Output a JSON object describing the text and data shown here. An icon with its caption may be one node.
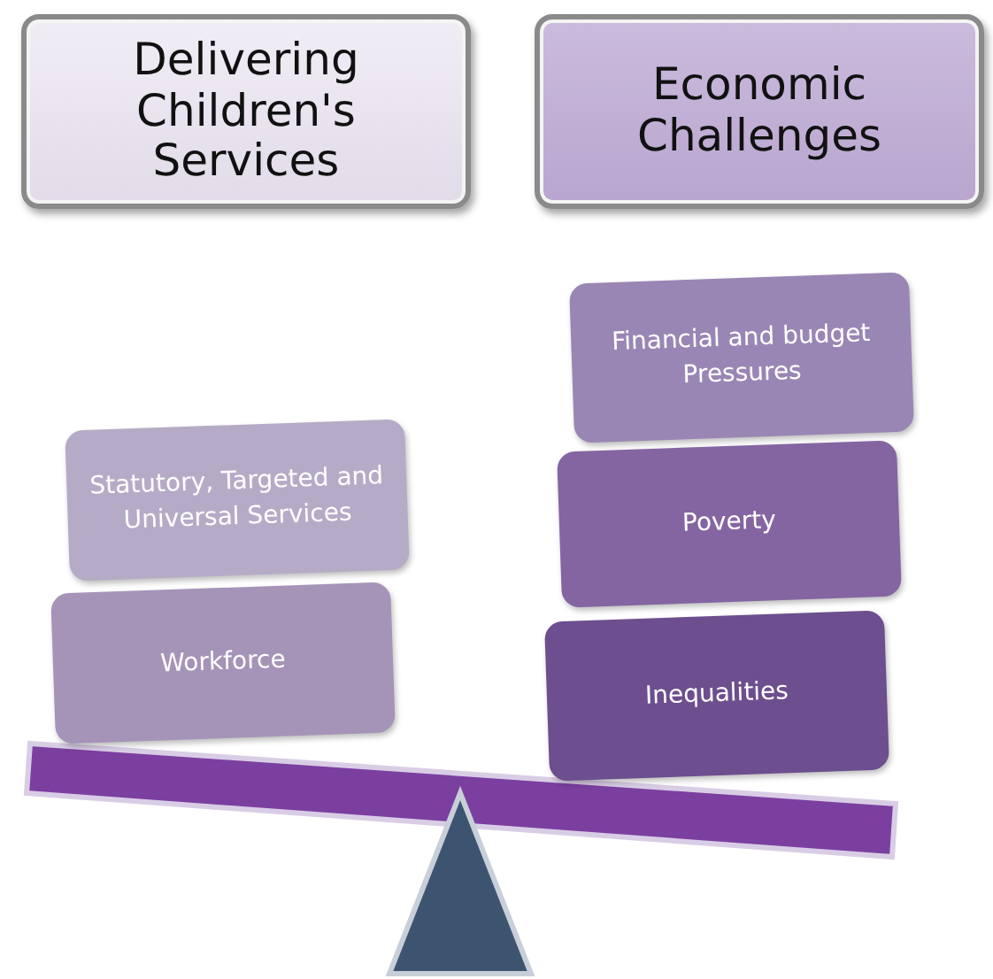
{
  "diagram": {
    "nodes": [
      {
        "text": [
          "Delivering Children's Services"
        ]
      },
      {
        "text": [
          "Economic Challenges"
        ]
      },
      {
        "text": [
          "Statutory, Targeted and Universal Services"
        ]
      },
      {
        "text": [
          "Workforce"
        ]
      },
      {
        "text": [
          "Financial and budget Pressures"
        ]
      },
      {
        "text": [
          "Poverty"
        ]
      },
      {
        "text": [
          "Inequalities"
        ]
      }
    ]
  }
}
